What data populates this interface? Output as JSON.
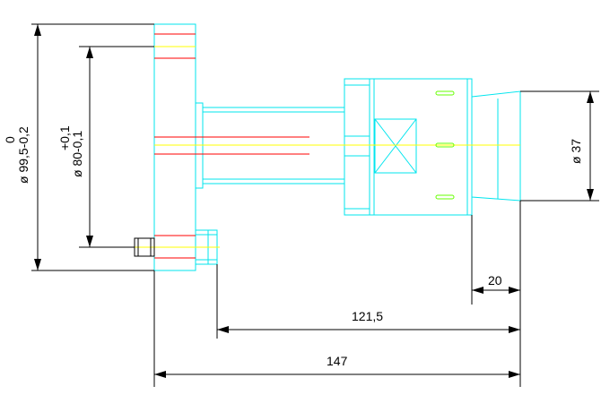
{
  "dimensions": {
    "flange_diameter": {
      "value": "ø 99,5-0,2",
      "tolerance_upper": "0"
    },
    "bore_diameter": {
      "value": "ø 80-0,1",
      "tolerance_upper": "+0,1"
    },
    "shaft_diameter": {
      "value": "ø 37"
    },
    "tip_length": {
      "value": "20"
    },
    "overall_from_bolt": {
      "value": "121,5"
    },
    "overall_length": {
      "value": "147"
    }
  },
  "colors": {
    "outline": "#00e5ee",
    "dimension": "#000000",
    "hidden": "#ff0000",
    "centerline": "#ffff00",
    "slot": "#66ff00"
  }
}
